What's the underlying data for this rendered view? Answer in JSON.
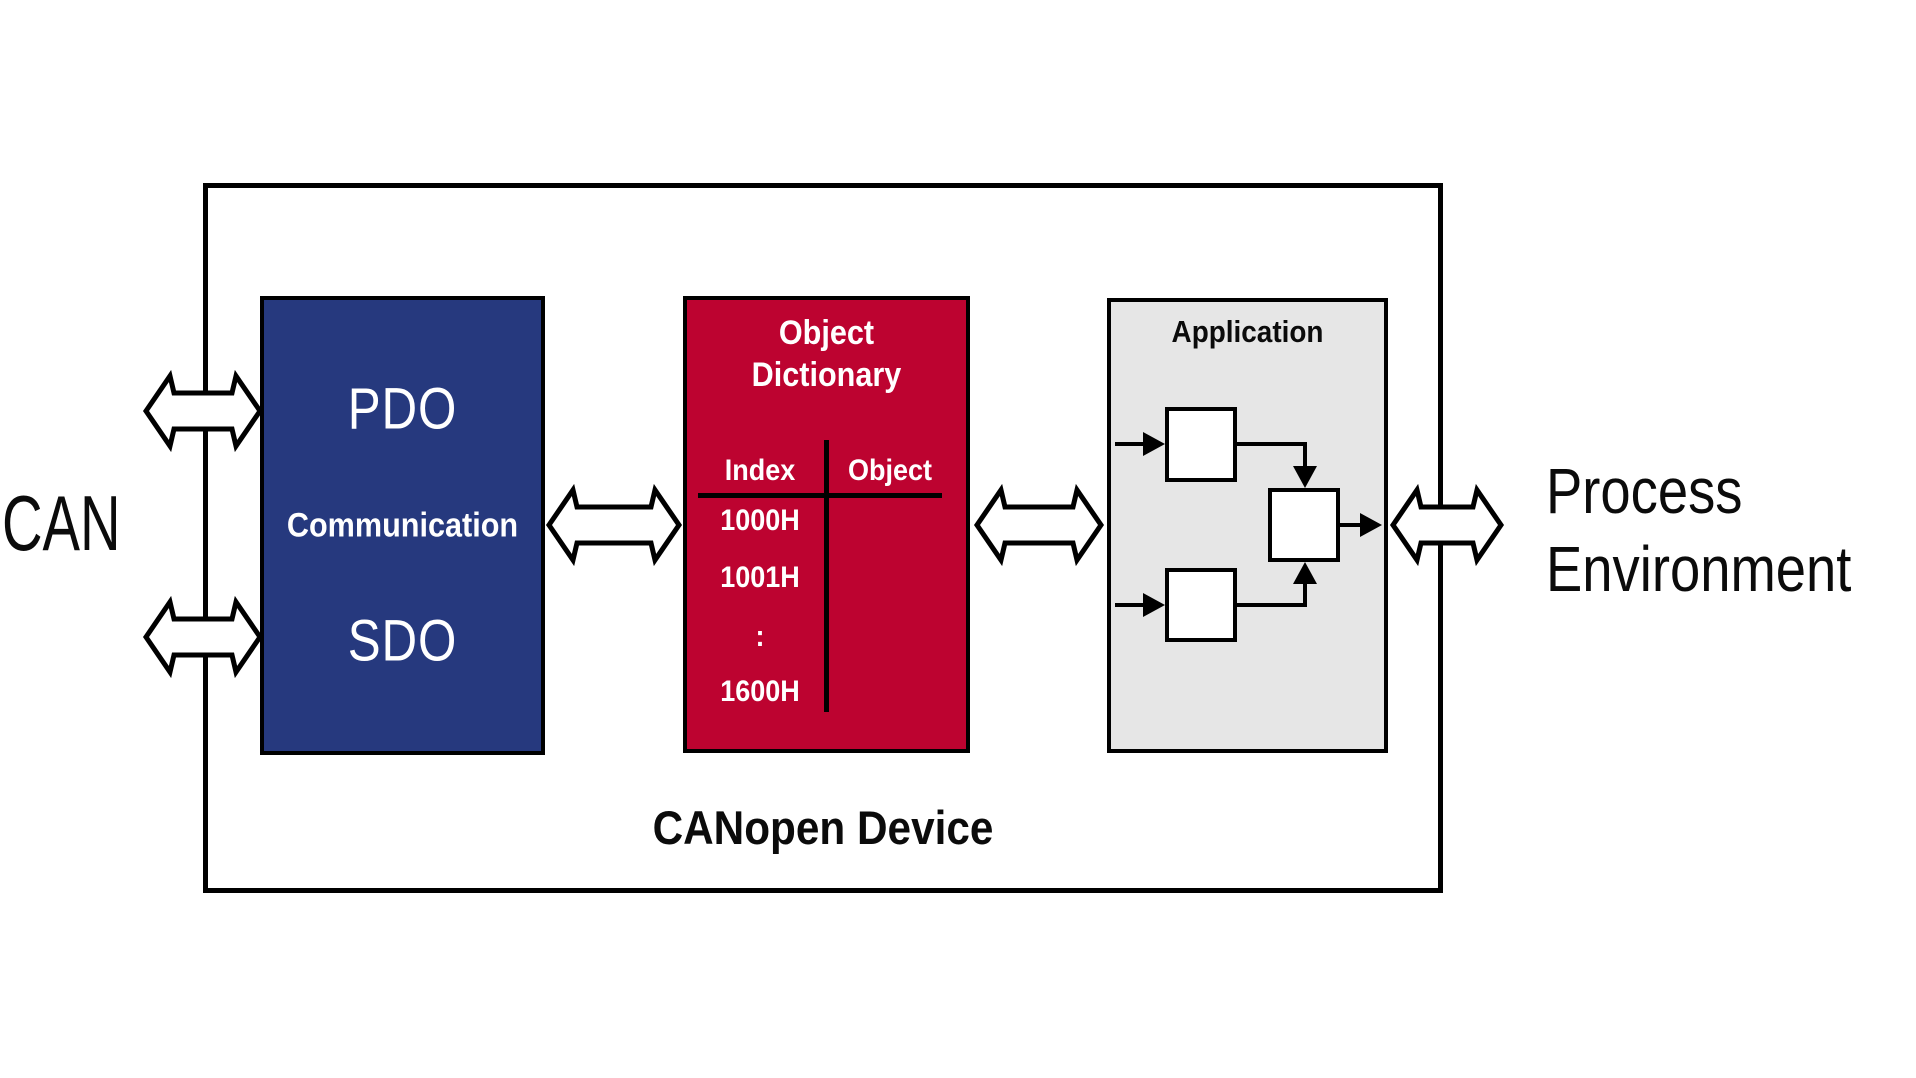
{
  "labels": {
    "can": "CAN",
    "process_line1": "Process",
    "process_line2": "Environment",
    "device": "CANopen Device"
  },
  "communication_box": {
    "pdo": "PDO",
    "middle": "Communication",
    "sdo": "SDO"
  },
  "object_dictionary": {
    "title_line1": "Object",
    "title_line2": "Dictionary",
    "index_header": "Index",
    "object_header": "Object",
    "rows": [
      "1000H",
      "1001H",
      ":",
      "1600H"
    ]
  },
  "application": {
    "title": "Application"
  },
  "colors": {
    "communication_blue": "#26397E",
    "dictionary_red": "#BD0330",
    "application_gray": "#E6E6E6",
    "outline_black": "#000000",
    "arrow_fill_white": "#FFFFFF"
  }
}
